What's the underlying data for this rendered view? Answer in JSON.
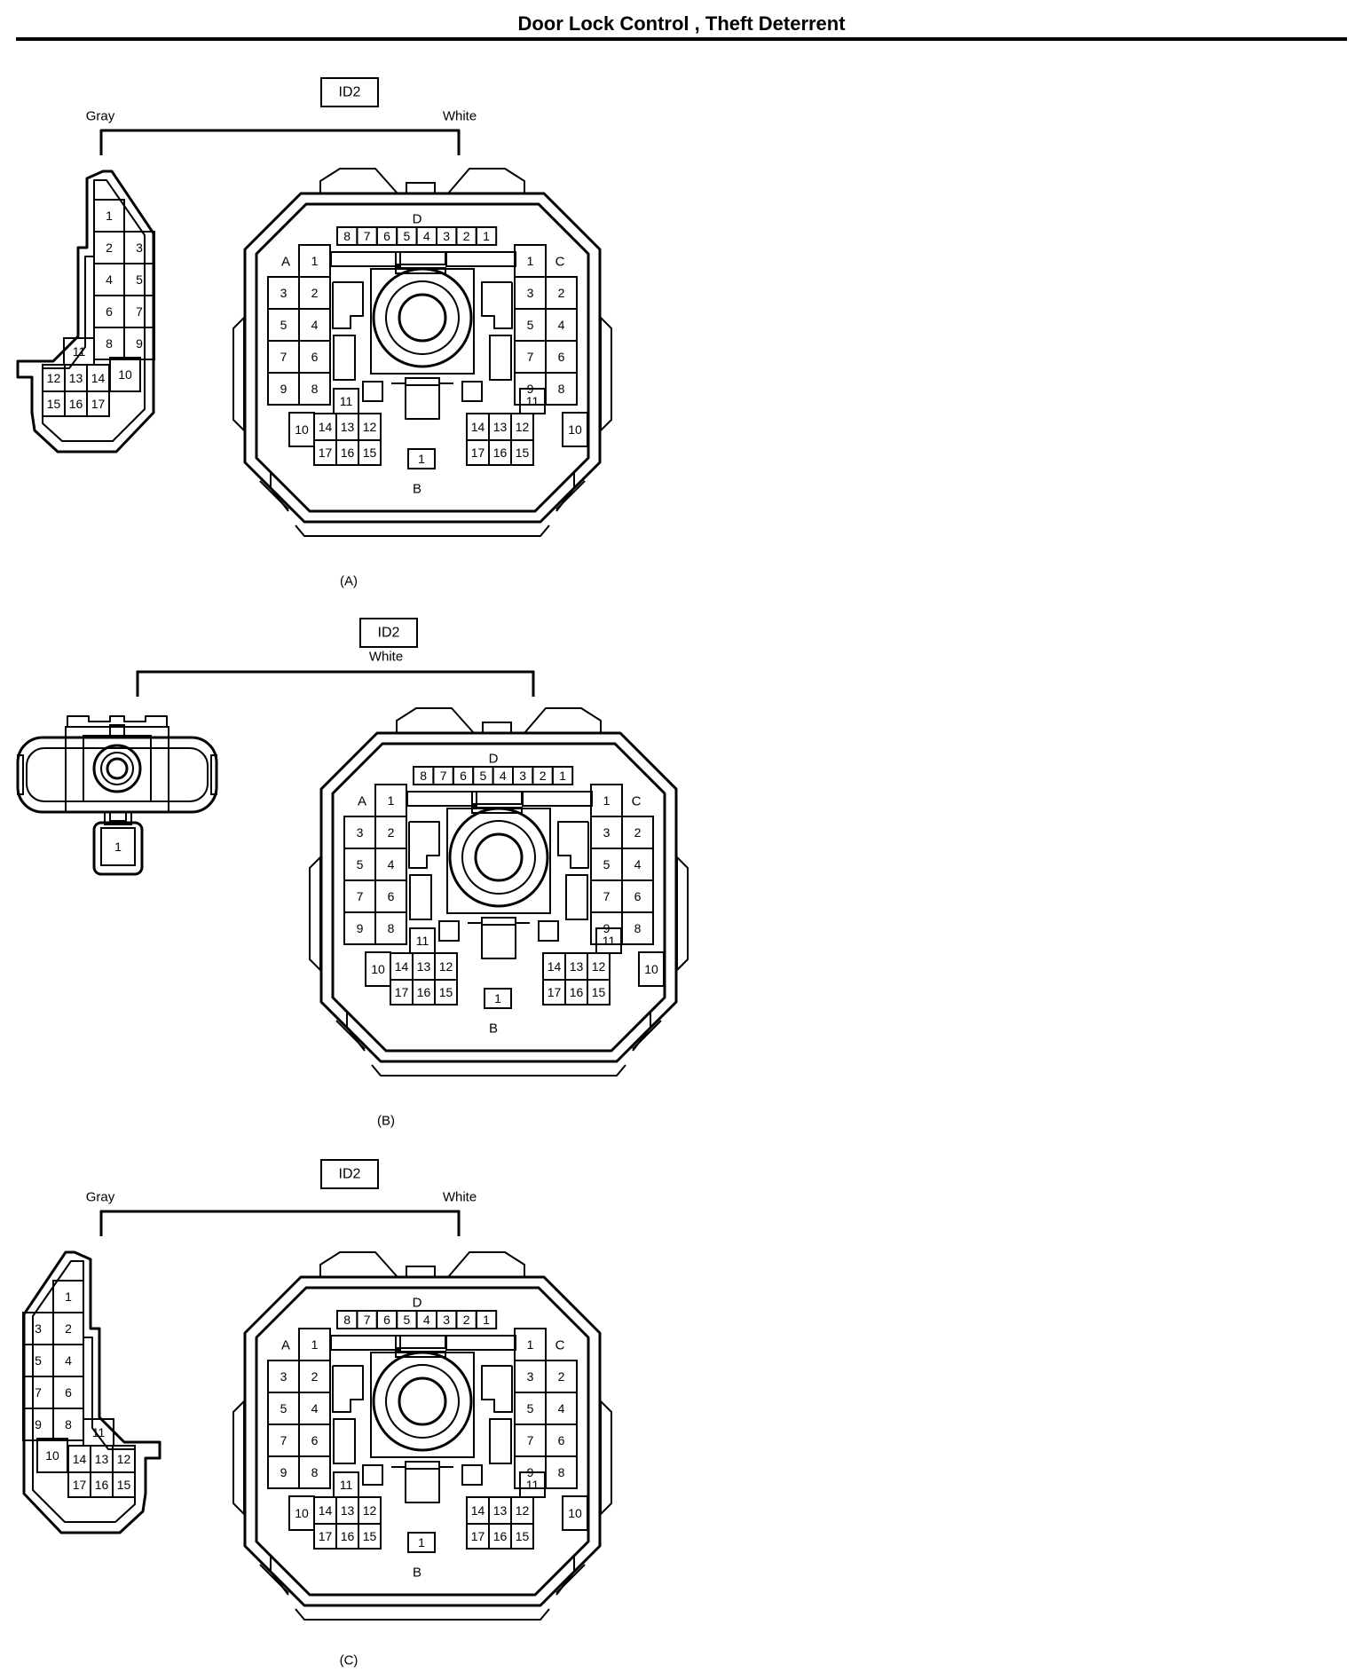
{
  "title": "Door Lock Control , Theft Deterrent",
  "figures": [
    {
      "caption": "(A)",
      "id_box": "ID2",
      "color_labels": [
        "Gray",
        "White"
      ],
      "color_label_row": "above-bracket",
      "small_connector": {
        "kind": "gray-17",
        "mirrored": false,
        "pins": [
          "1",
          "2",
          "3",
          "4",
          "5",
          "6",
          "7",
          "8",
          "9",
          "10",
          "11",
          "12",
          "13",
          "14",
          "15",
          "16",
          "17"
        ]
      },
      "main_connector": {
        "sections": {
          "A": "A",
          "B": "B",
          "C": "C",
          "D": "D"
        },
        "d_pins": [
          "8",
          "7",
          "6",
          "5",
          "4",
          "3",
          "2",
          "1"
        ],
        "left_pins": [
          "1",
          "3",
          "2",
          "5",
          "4",
          "7",
          "6",
          "9",
          "8"
        ],
        "right_pins": [
          "1",
          "3",
          "2",
          "5",
          "4",
          "7",
          "6",
          "9",
          "8"
        ],
        "lower_pins": [
          "11",
          "10",
          "14",
          "13",
          "12",
          "17",
          "16",
          "15"
        ],
        "b_pin": "1"
      }
    },
    {
      "caption": "(B)",
      "id_box": "ID2",
      "color_labels": [
        "White"
      ],
      "color_label_row": "below-box",
      "small_connector": {
        "kind": "white-1",
        "pins": [
          "1"
        ]
      },
      "main_connector": {
        "sections": {
          "A": "A",
          "B": "B",
          "C": "C",
          "D": "D"
        },
        "d_pins": [
          "8",
          "7",
          "6",
          "5",
          "4",
          "3",
          "2",
          "1"
        ],
        "left_pins": [
          "1",
          "3",
          "2",
          "5",
          "4",
          "7",
          "6",
          "9",
          "8"
        ],
        "right_pins": [
          "1",
          "3",
          "2",
          "5",
          "4",
          "7",
          "6",
          "9",
          "8"
        ],
        "lower_pins": [
          "11",
          "10",
          "14",
          "13",
          "12",
          "17",
          "16",
          "15"
        ],
        "b_pin": "1"
      }
    },
    {
      "caption": "(C)",
      "id_box": "ID2",
      "color_labels": [
        "Gray",
        "White"
      ],
      "color_label_row": "above-bracket",
      "small_connector": {
        "kind": "gray-17",
        "mirrored": true,
        "pins": [
          "1",
          "2",
          "3",
          "4",
          "5",
          "6",
          "7",
          "8",
          "9",
          "10",
          "11",
          "12",
          "13",
          "14",
          "15",
          "16",
          "17"
        ]
      },
      "main_connector": {
        "sections": {
          "A": "A",
          "B": "B",
          "C": "C",
          "D": "D"
        },
        "d_pins": [
          "8",
          "7",
          "6",
          "5",
          "4",
          "3",
          "2",
          "1"
        ],
        "left_pins": [
          "1",
          "3",
          "2",
          "5",
          "4",
          "7",
          "6",
          "9",
          "8"
        ],
        "right_pins": [
          "1",
          "3",
          "2",
          "5",
          "4",
          "7",
          "6",
          "9",
          "8"
        ],
        "lower_pins": [
          "11",
          "10",
          "14",
          "13",
          "12",
          "17",
          "16",
          "15"
        ],
        "b_pin": "1"
      }
    }
  ]
}
